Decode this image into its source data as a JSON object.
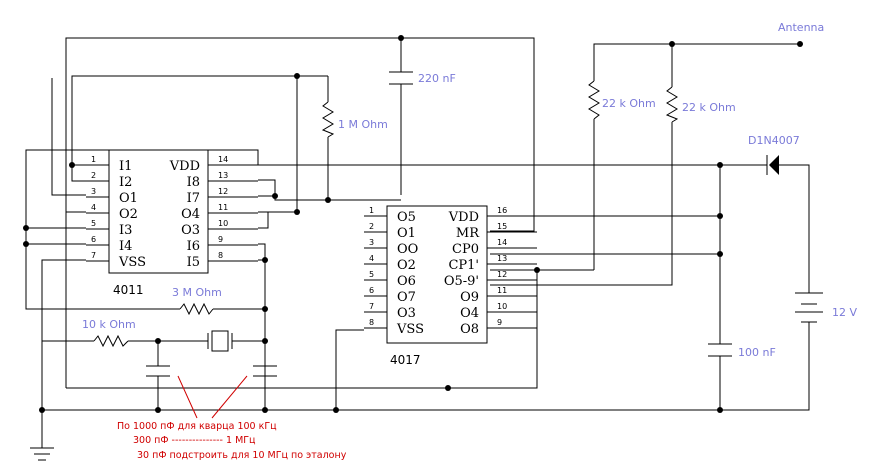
{
  "colors": {
    "wire": "#000000",
    "component_label": "#7a7ad8",
    "note": "#d00000",
    "background": "#ffffff"
  },
  "chip_4011": {
    "name": "4011",
    "left_pins": [
      {
        "num": "1",
        "label": "I1"
      },
      {
        "num": "2",
        "label": "I2"
      },
      {
        "num": "3",
        "label": "O1"
      },
      {
        "num": "4",
        "label": "O2"
      },
      {
        "num": "5",
        "label": "I3"
      },
      {
        "num": "6",
        "label": "I4"
      },
      {
        "num": "7",
        "label": "VSS"
      }
    ],
    "right_pins": [
      {
        "num": "14",
        "label": "VDD"
      },
      {
        "num": "13",
        "label": "I8"
      },
      {
        "num": "12",
        "label": "I7"
      },
      {
        "num": "11",
        "label": "O4"
      },
      {
        "num": "10",
        "label": "O3"
      },
      {
        "num": "9",
        "label": "I6"
      },
      {
        "num": "8",
        "label": "I5"
      }
    ]
  },
  "chip_4017": {
    "name": "4017",
    "left_pins": [
      {
        "num": "1",
        "label": "O5"
      },
      {
        "num": "2",
        "label": "O1"
      },
      {
        "num": "3",
        "label": "OO"
      },
      {
        "num": "4",
        "label": "O2"
      },
      {
        "num": "5",
        "label": "O6"
      },
      {
        "num": "6",
        "label": "O7"
      },
      {
        "num": "7",
        "label": "O3"
      },
      {
        "num": "8",
        "label": "VSS"
      }
    ],
    "right_pins": [
      {
        "num": "16",
        "label": "VDD"
      },
      {
        "num": "15",
        "label": "MR"
      },
      {
        "num": "14",
        "label": "CP0"
      },
      {
        "num": "13",
        "label": "CP1'"
      },
      {
        "num": "12",
        "label": "O5-9'"
      },
      {
        "num": "11",
        "label": "O9"
      },
      {
        "num": "10",
        "label": "O4"
      },
      {
        "num": "9",
        "label": "O8"
      }
    ]
  },
  "components": {
    "cap_220": "220 nF",
    "res_1m": "1 M Ohm",
    "res_3m": "3 M Ohm",
    "res_10k": "10 k Ohm",
    "res_22k_a": "22 k Ohm",
    "res_22k_b": "22 k Ohm",
    "diode": "D1N4007",
    "battery": "12 V",
    "cap_100": "100 nF",
    "antenna": "Antenna"
  },
  "notes": {
    "line1": "По 1000 пФ для кварца 100 кГц",
    "line2": "300 пФ --------------- 1 МГц",
    "line3": "30 пФ подстроить для 10 МГц по эталону"
  }
}
